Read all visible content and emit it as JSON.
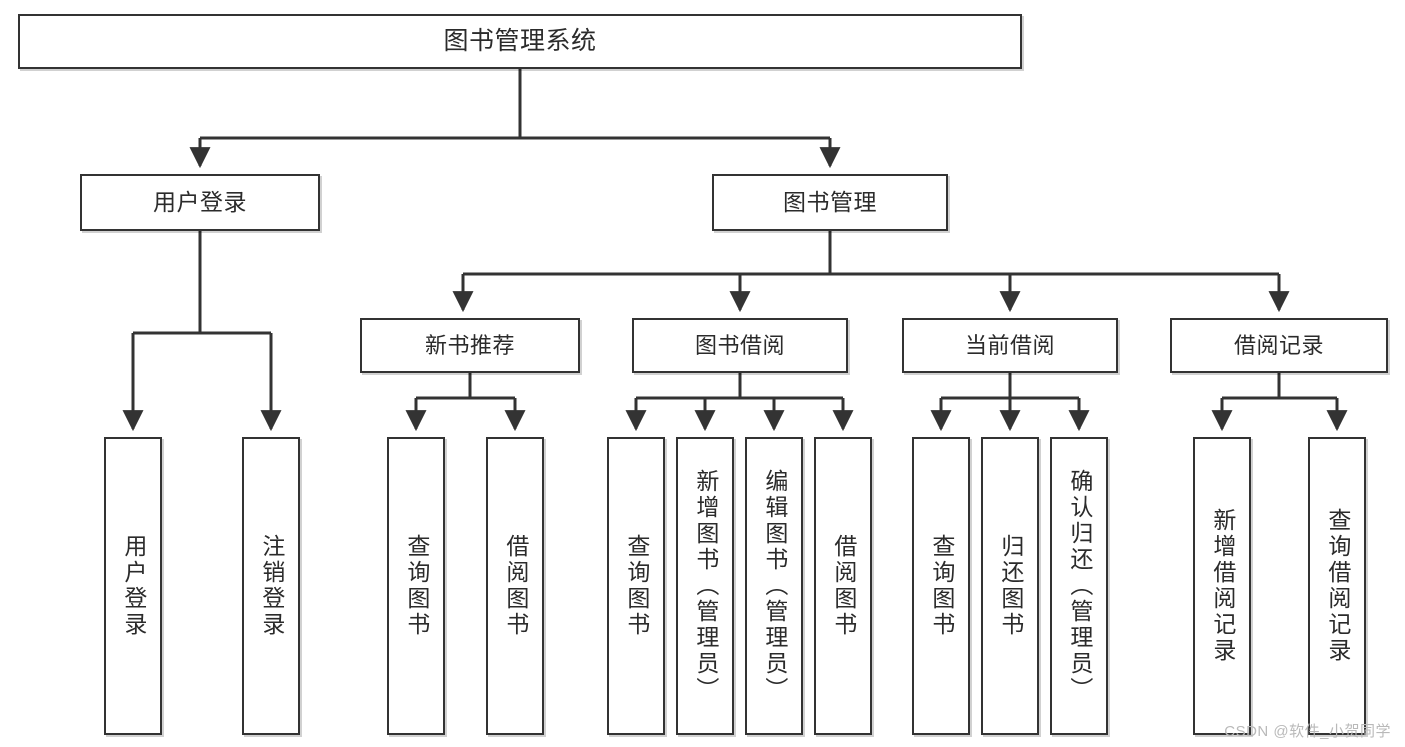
{
  "diagram": {
    "title": "图书管理系统",
    "watermark": "CSDN @软件_小贺同学",
    "root": {
      "label": "图书管理系统"
    },
    "level2": [
      {
        "id": "login",
        "label": "用户登录"
      },
      {
        "id": "book",
        "label": "图书管理"
      }
    ],
    "level3": [
      {
        "id": "newbook",
        "label": "新书推荐"
      },
      {
        "id": "borrow",
        "label": "图书借阅"
      },
      {
        "id": "current",
        "label": "当前借阅"
      },
      {
        "id": "record",
        "label": "借阅记录"
      }
    ],
    "leaves": [
      {
        "id": "leaf-user-login",
        "label": "用户登录",
        "parent": "login"
      },
      {
        "id": "leaf-user-logout",
        "label": "注销登录",
        "parent": "login"
      },
      {
        "id": "leaf-nb-query",
        "label": "查询图书",
        "parent": "newbook"
      },
      {
        "id": "leaf-nb-borrow",
        "label": "借阅图书",
        "parent": "newbook"
      },
      {
        "id": "leaf-bw-query",
        "label": "查询图书",
        "parent": "borrow"
      },
      {
        "id": "leaf-bw-add",
        "label": "新增图书（管理员）",
        "parent": "borrow"
      },
      {
        "id": "leaf-bw-edit",
        "label": "编辑图书（管理员）",
        "parent": "borrow"
      },
      {
        "id": "leaf-bw-borrow",
        "label": "借阅图书",
        "parent": "borrow"
      },
      {
        "id": "leaf-cur-query",
        "label": "查询图书",
        "parent": "current"
      },
      {
        "id": "leaf-cur-return",
        "label": "归还图书",
        "parent": "current"
      },
      {
        "id": "leaf-cur-confirm",
        "label": "确认归还（管理员）",
        "parent": "current"
      },
      {
        "id": "leaf-rec-add",
        "label": "新增借阅记录",
        "parent": "record"
      },
      {
        "id": "leaf-rec-query",
        "label": "查询借阅记录",
        "parent": "record"
      }
    ],
    "colors": {
      "box_border": "#333333",
      "box_fill": "#ffffff",
      "text": "#2b2b2b",
      "connector": "#333333",
      "watermark": "#b9b9b9"
    }
  }
}
